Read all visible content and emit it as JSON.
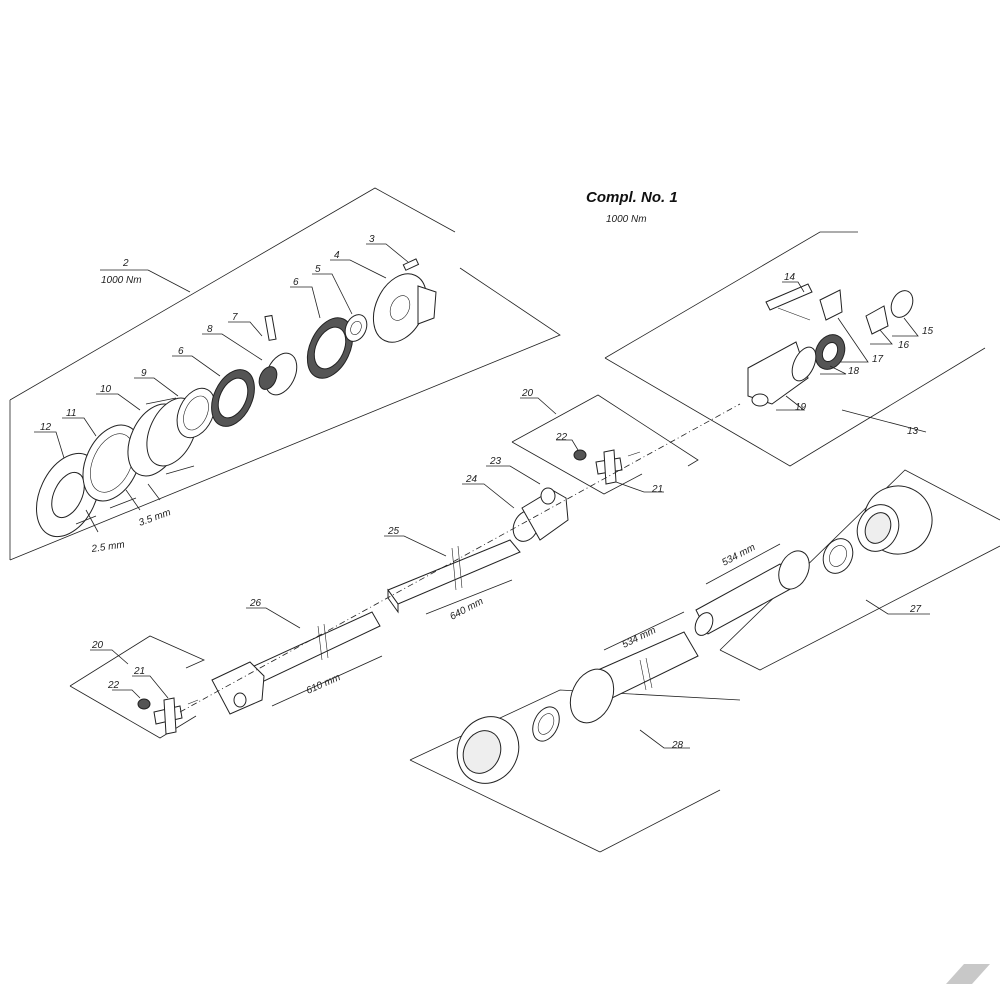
{
  "header": {
    "title": "Compl. No. 1",
    "subtitle": "1000 Nm"
  },
  "parts": {
    "p2": "2",
    "p2_torque": "1000 Nm",
    "p3": "3",
    "p4": "4",
    "p5": "5",
    "p6a": "6",
    "p6b": "6",
    "p7": "7",
    "p8": "8",
    "p9": "9",
    "p10": "10",
    "p11": "11",
    "p12": "12",
    "p13": "13",
    "p14": "14",
    "p15": "15",
    "p16": "16",
    "p17": "17",
    "p18": "18",
    "p19": "19",
    "p20a": "20",
    "p21a": "21",
    "p22a": "22",
    "p23": "23",
    "p24": "24",
    "p25": "25",
    "p26": "26",
    "p20b": "20",
    "p21b": "21",
    "p22b": "22",
    "p27": "27",
    "p28": "28"
  },
  "dimensions": {
    "gap_a": "2.5 mm",
    "gap_b": "3.5 mm",
    "len_640": "640 mm",
    "len_610": "610 mm",
    "len_534_a": "534 mm",
    "len_534_b": "534 mm"
  },
  "brand": {
    "color": "#c8c8c8"
  }
}
